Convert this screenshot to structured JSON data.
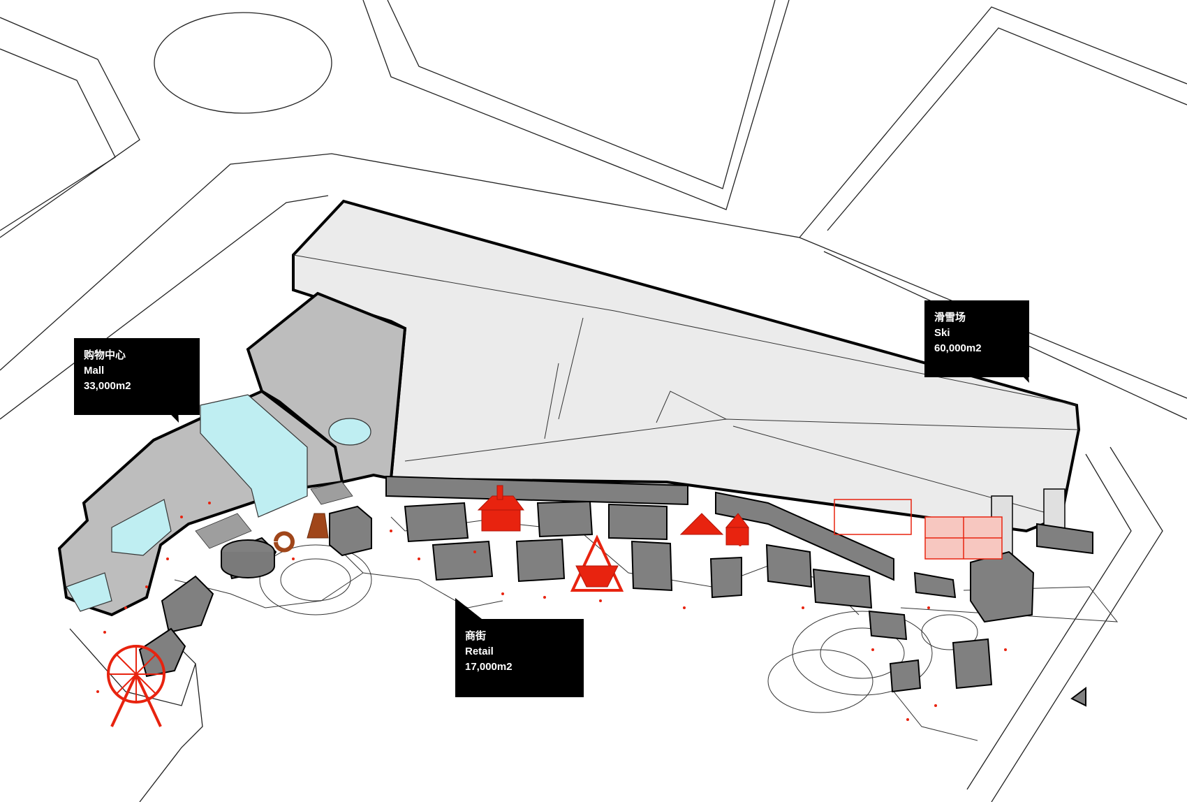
{
  "labels": {
    "mall": {
      "cn": "购物中心",
      "en": "Mall",
      "area": "33,000m2"
    },
    "ski": {
      "cn": "滑雪场",
      "en": "Ski",
      "area": "60,000m2"
    },
    "retail": {
      "cn": "商街",
      "en": "Retail",
      "area": "17,000m2"
    }
  },
  "colors": {
    "outline": "#000000",
    "ski_fill": "#ebebeb",
    "mall_fill": "#bdbdbd",
    "block_fill": "#808080",
    "glass_fill": "#bfeef2",
    "accent_red": "#e8230f",
    "callout_bg": "#000000",
    "callout_text": "#ffffff"
  }
}
